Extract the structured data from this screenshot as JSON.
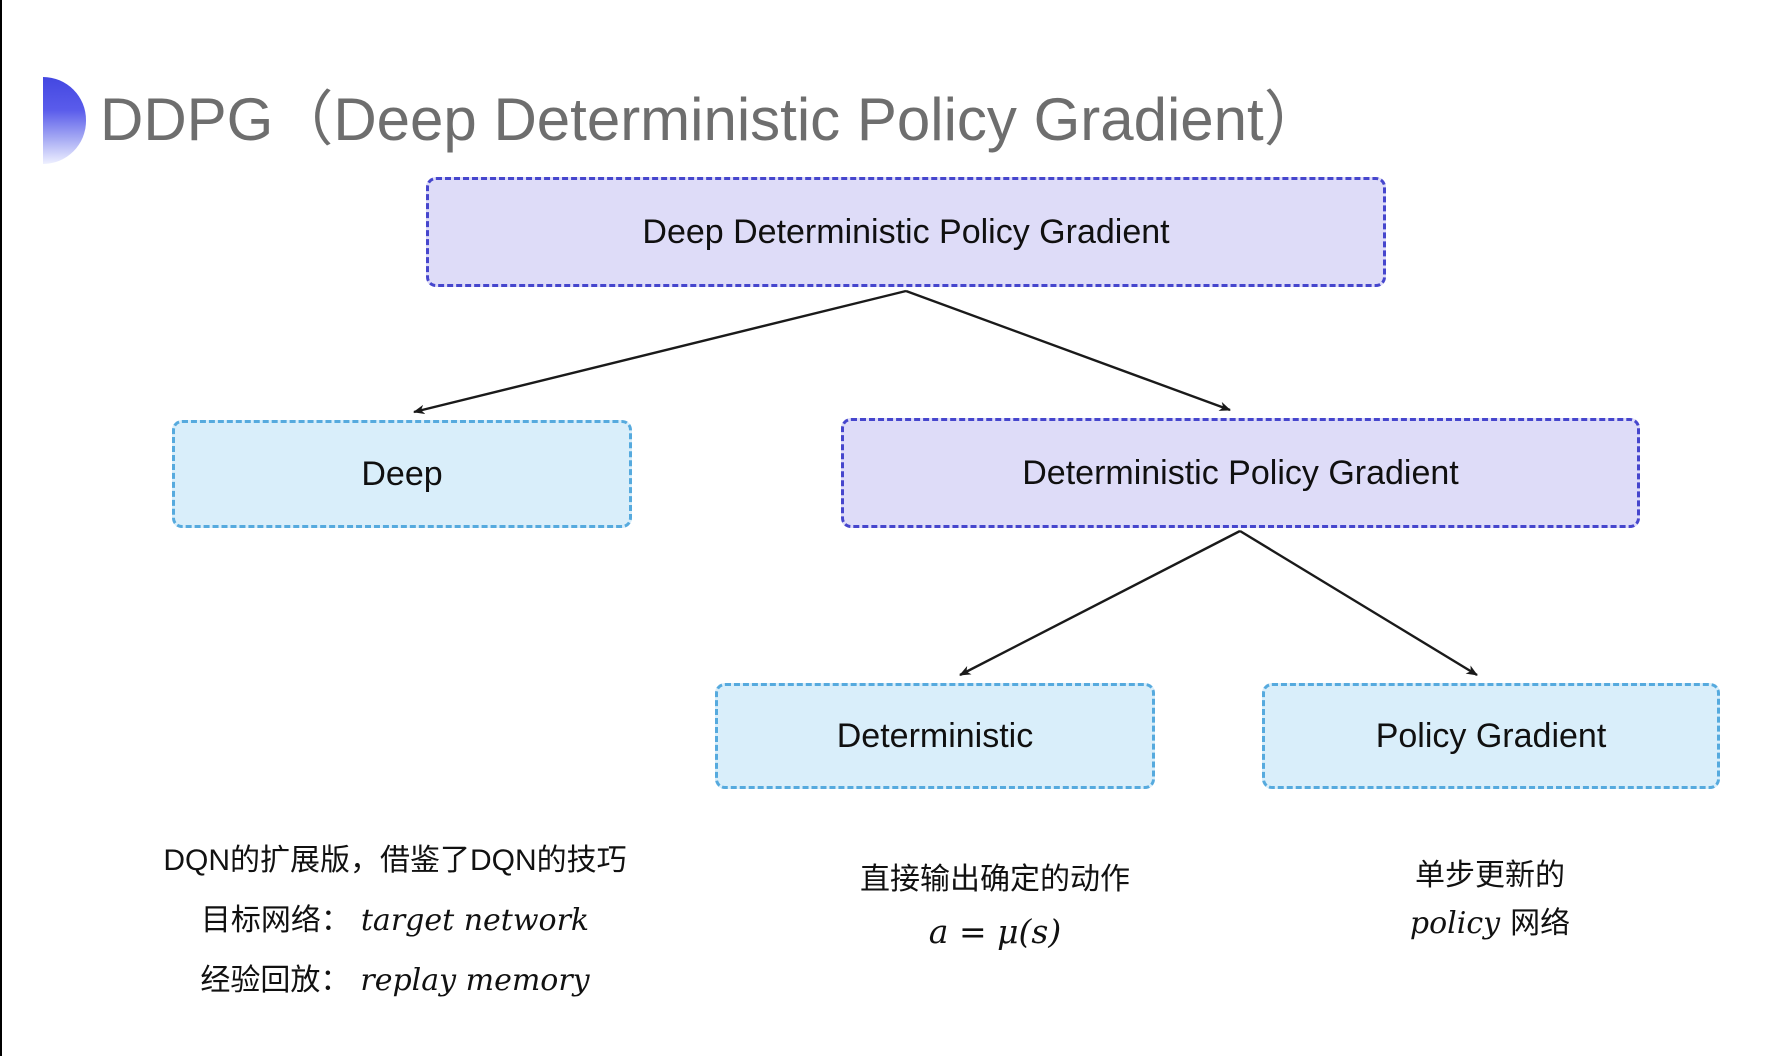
{
  "header": {
    "title": "DDPG（Deep Deterministic Policy Gradient）"
  },
  "diagram": {
    "nodes": {
      "root": {
        "label": "Deep Deterministic Policy Gradient",
        "variant": "purple"
      },
      "deep": {
        "label": "Deep",
        "variant": "cyan"
      },
      "dpg": {
        "label": "Deterministic Policy Gradient",
        "variant": "purple"
      },
      "deterministic": {
        "label": "Deterministic",
        "variant": "cyan"
      },
      "policy_gradient": {
        "label": "Policy Gradient",
        "variant": "cyan"
      }
    },
    "edges": [
      {
        "from": "root",
        "to": "deep"
      },
      {
        "from": "root",
        "to": "dpg"
      },
      {
        "from": "dpg",
        "to": "deterministic"
      },
      {
        "from": "dpg",
        "to": "policy_gradient"
      }
    ]
  },
  "notes": {
    "deep": {
      "line1": "DQN的扩展版，借鉴了DQN的技巧",
      "line2_label": "目标网络：",
      "line2_term": "target network",
      "line3_label": "经验回放：",
      "line3_term": "replay memory"
    },
    "deterministic": {
      "line1": "直接输出确定的动作",
      "formula": "a = μ(s)"
    },
    "policy_gradient": {
      "line1": "单步更新的",
      "line2_term": "policy",
      "line2_suffix": "网络"
    }
  },
  "colors": {
    "purple_fill": "#dedcf8",
    "purple_border": "#4646cd",
    "cyan_fill": "#d9eefa",
    "cyan_border": "#56aade",
    "title_text": "#6e6e6e",
    "node_text": "#101010",
    "arrow": "#1a1a1a",
    "bullet_gradient_top": "#4347e1",
    "bullet_gradient_bottom": "#eef0ff"
  }
}
